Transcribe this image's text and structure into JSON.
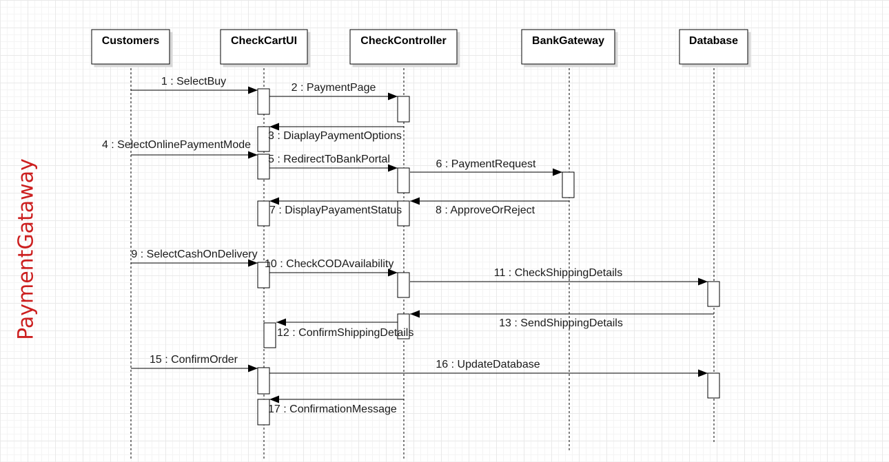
{
  "side_title": "PaymentGataway",
  "participants": [
    {
      "id": "customers",
      "label": "Customers"
    },
    {
      "id": "checkcartui",
      "label": "CheckCartUI"
    },
    {
      "id": "checkcontroller",
      "label": "CheckController"
    },
    {
      "id": "bankgateway",
      "label": "BankGateway"
    },
    {
      "id": "database",
      "label": "Database"
    }
  ],
  "messages": [
    {
      "label": "1 : SelectBuy",
      "from": "customers",
      "to": "checkcartui",
      "kind": "call"
    },
    {
      "label": "2 : PaymentPage",
      "from": "checkcartui",
      "to": "checkcontroller",
      "kind": "call"
    },
    {
      "label": "3 : DiaplayPaymentOptions",
      "from": "checkcontroller",
      "to": "checkcartui",
      "kind": "call"
    },
    {
      "label": "4 : SelectOnlinePaymentMode",
      "from": "customers",
      "to": "checkcartui",
      "kind": "call"
    },
    {
      "label": "5 : RedirectToBankPortal",
      "from": "checkcartui",
      "to": "checkcontroller",
      "kind": "call"
    },
    {
      "label": "6 : PaymentRequest",
      "from": "checkcontroller",
      "to": "bankgateway",
      "kind": "call"
    },
    {
      "label": "7 : DisplayPayamentStatus",
      "from": "checkcontroller",
      "to": "checkcartui",
      "kind": "call"
    },
    {
      "label": "8 : ApproveOrReject",
      "from": "bankgateway",
      "to": "checkcontroller",
      "kind": "call"
    },
    {
      "label": "9 : SelectCashOnDelivery",
      "from": "customers",
      "to": "checkcartui",
      "kind": "call"
    },
    {
      "label": "10 : CheckCODAvailability",
      "from": "checkcartui",
      "to": "checkcontroller",
      "kind": "call"
    },
    {
      "label": "11 : CheckShippingDetails",
      "from": "checkcontroller",
      "to": "database",
      "kind": "call"
    },
    {
      "label": "12 : ConfirmShippingDetails",
      "from": "checkcontroller",
      "to": "checkcartui",
      "kind": "call"
    },
    {
      "label": "13 : SendShippingDetails",
      "from": "database",
      "to": "checkcontroller",
      "kind": "call"
    },
    {
      "label": "15 : ConfirmOrder",
      "from": "customers",
      "to": "checkcartui",
      "kind": "call"
    },
    {
      "label": "16 : UpdateDatabase",
      "from": "checkcartui",
      "to": "database",
      "kind": "call"
    },
    {
      "label": "17 : ConfirmationMessage",
      "from": "checkcontroller",
      "to": "checkcartui",
      "kind": "call"
    }
  ]
}
